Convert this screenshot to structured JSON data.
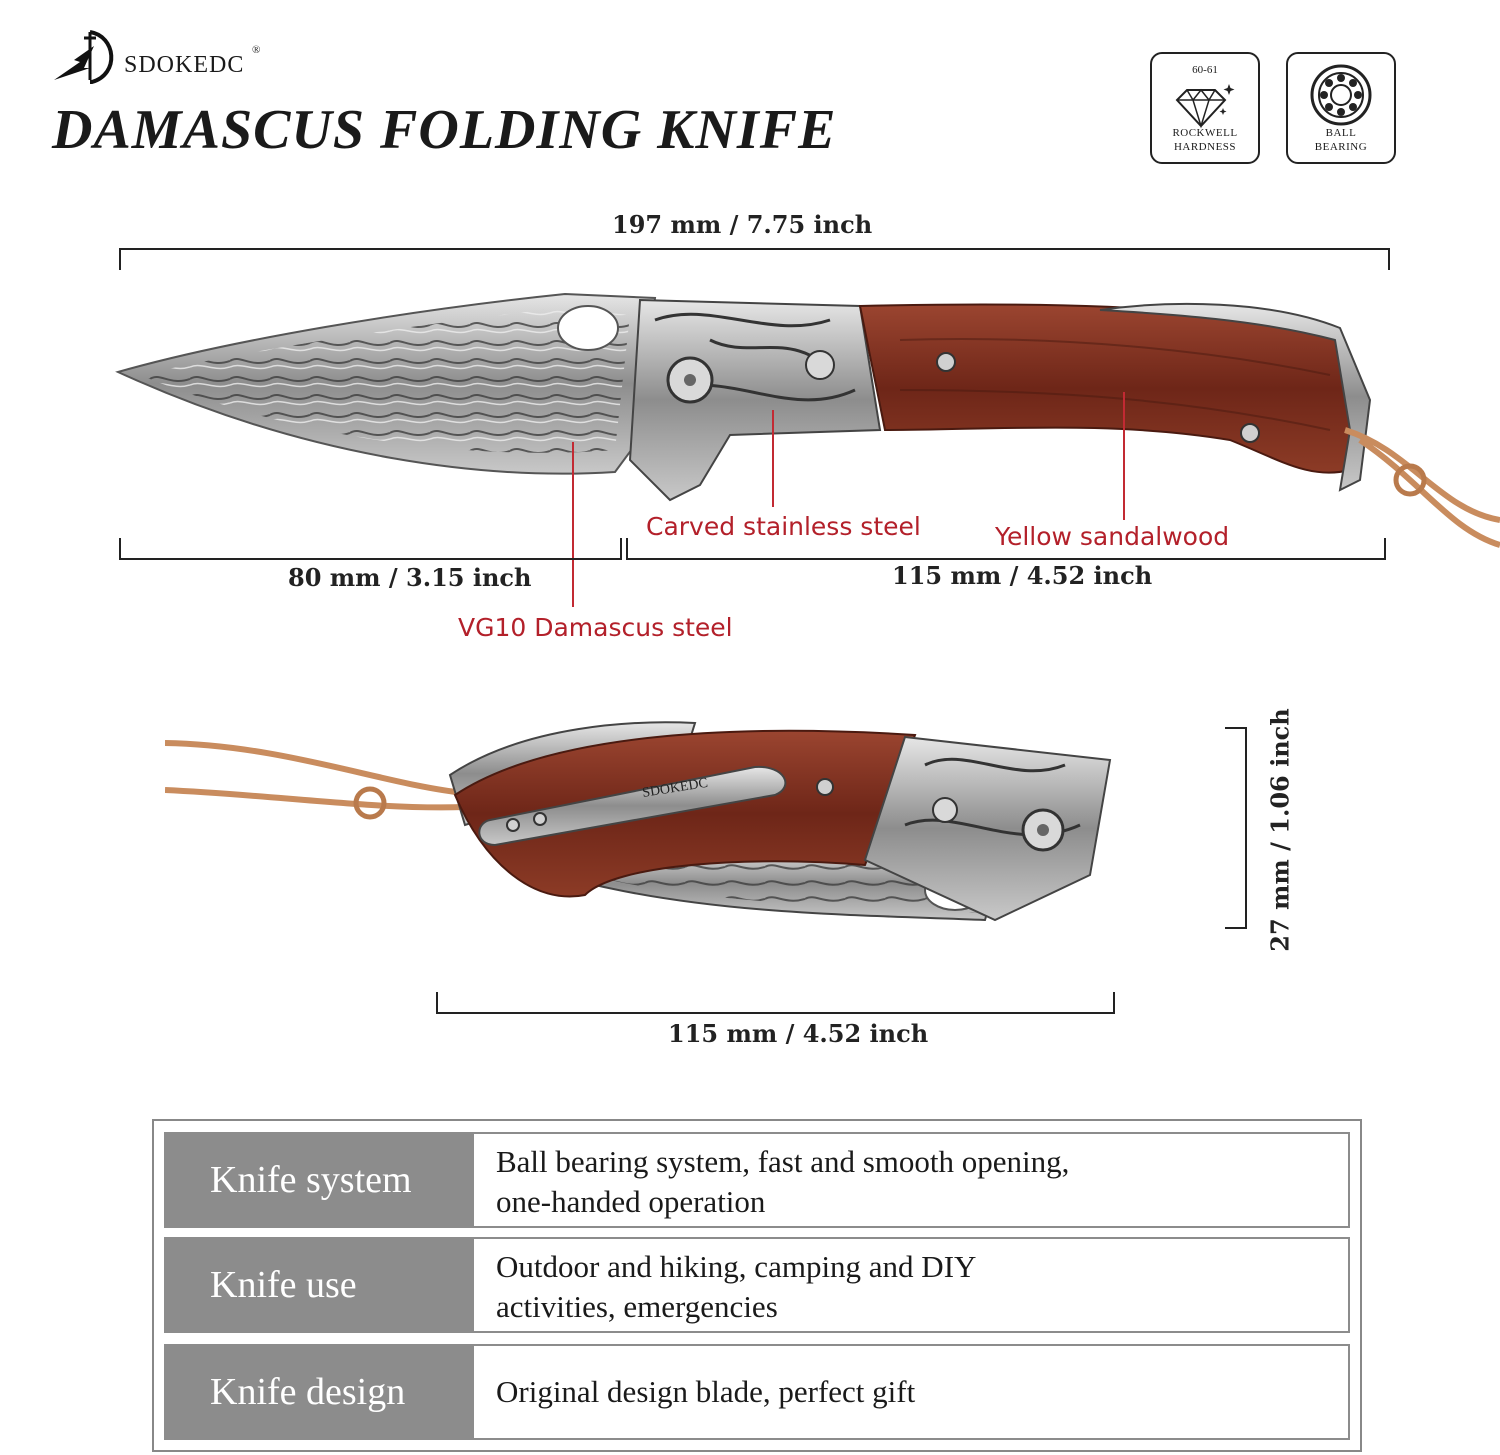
{
  "header": {
    "brand": "SDOKEDC",
    "registered_mark": "®",
    "title": "DAMASCUS FOLDING KNIFE",
    "badges": [
      {
        "top_text": "60-61",
        "line1": "ROCKWELL",
        "line2": "HARDNESS",
        "icon": "diamond-icon"
      },
      {
        "top_text": "",
        "line1": "BALL",
        "line2": "BEARING",
        "icon": "ball-bearing-icon"
      }
    ]
  },
  "open_view": {
    "overall_length": "197 mm / 7.75 inch",
    "blade_length": "80 mm / 3.15 inch",
    "handle_length": "115 mm / 4.52 inch",
    "callouts": {
      "blade": "VG10 Damascus steel",
      "bolster": "Carved stainless steel",
      "handle": "Yellow sandalwood"
    }
  },
  "closed_view": {
    "closed_length": "115 mm / 4.52 inch",
    "thickness": "27 mm / 1.06 inch",
    "clip_brand": "SDOKEDC"
  },
  "specs": [
    {
      "key": "Knife system",
      "line1": "Ball bearing system, fast and smooth opening,",
      "line2": "one-handed operation"
    },
    {
      "key": "Knife use",
      "line1": "Outdoor and hiking, camping and DIY",
      "line2": "activities, emergencies"
    },
    {
      "key": "Knife design",
      "line1": "Original design blade, perfect gift",
      "line2": ""
    }
  ],
  "colors": {
    "callout_red": "#b3202a",
    "spec_key_bg": "#8c8c8c",
    "wood": "#7a2e1e",
    "steel": "#9a9a9a",
    "cord": "#c98c5e"
  }
}
